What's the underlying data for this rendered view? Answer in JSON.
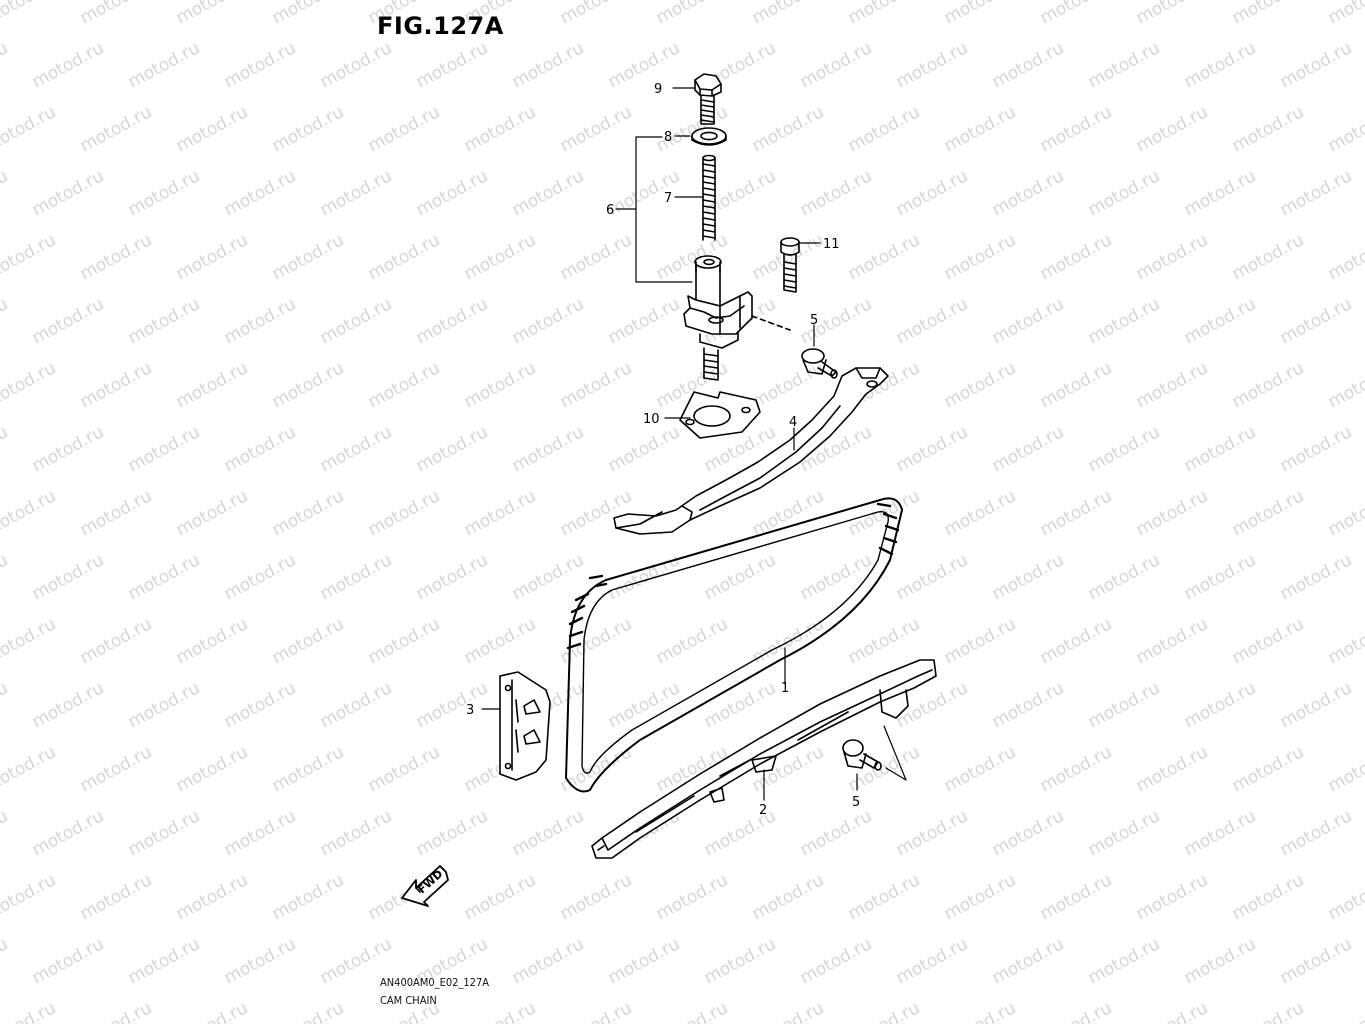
{
  "figure": {
    "title": "FIG.127A",
    "code": "AN400AM0_E02_127A",
    "name": "CAM CHAIN"
  },
  "watermark": {
    "text": "motod.ru",
    "color": "#d6d6d6"
  },
  "fwd_label": "FWD",
  "callouts": {
    "c1": "1",
    "c2": "2",
    "c3": "3",
    "c4": "4",
    "c5a": "5",
    "c5b": "5",
    "c6": "6",
    "c7": "7",
    "c8": "8",
    "c9": "9",
    "c10": "10",
    "c11": "11"
  }
}
